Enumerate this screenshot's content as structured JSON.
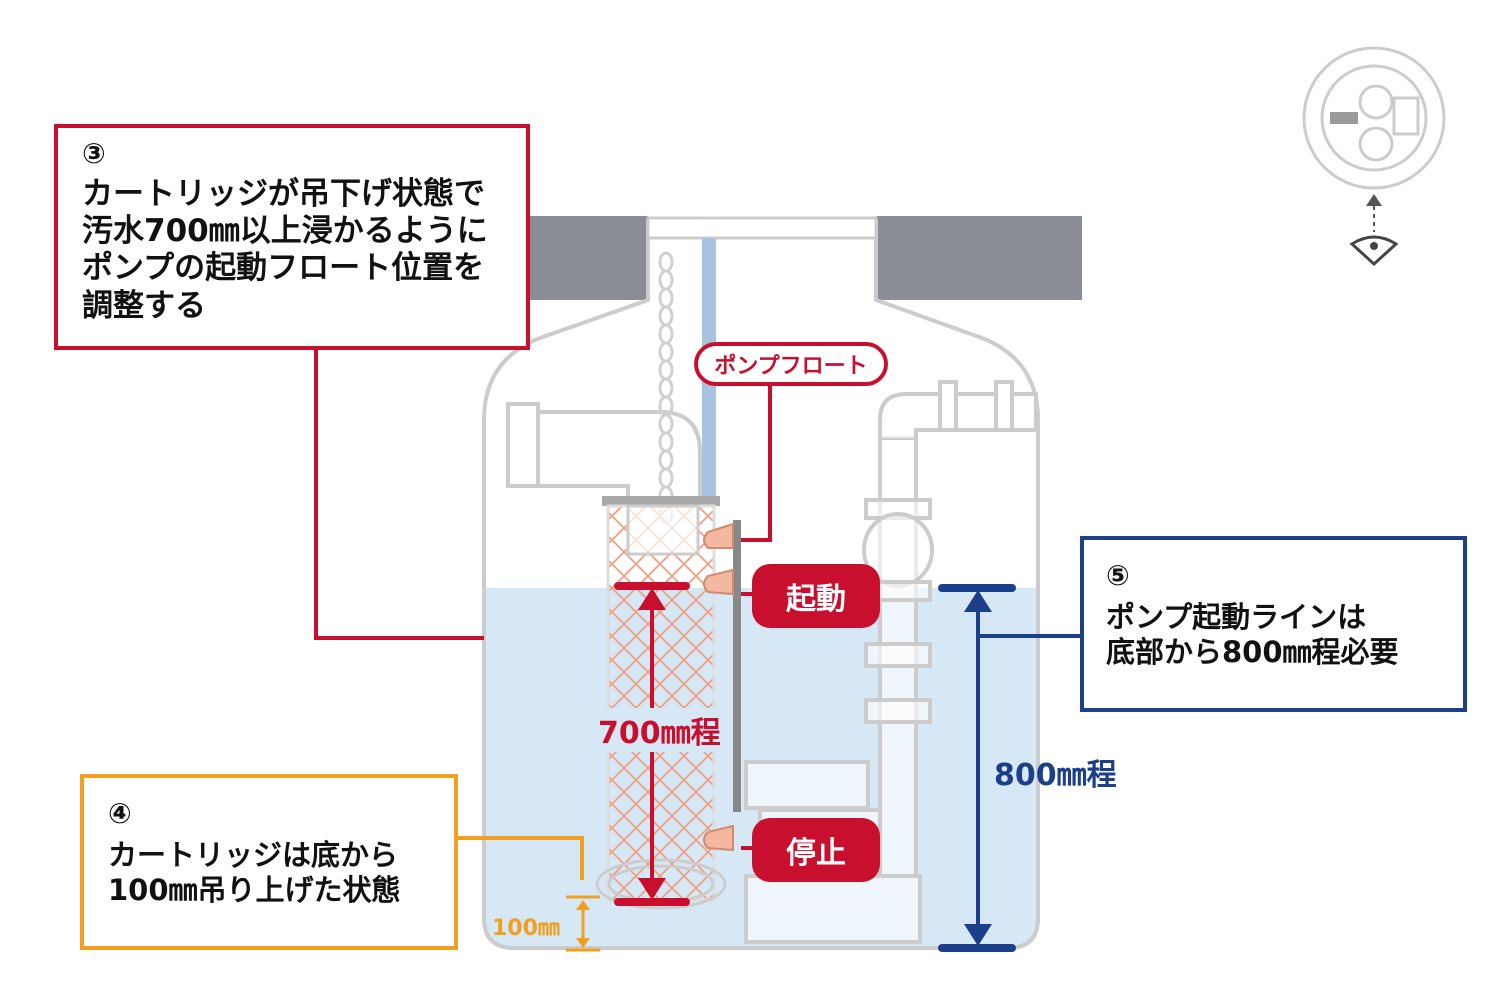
{
  "colors": {
    "red": "#c8102e",
    "orange": "#f0a01e",
    "navy": "#1b3f8b",
    "water": "#d6e8f6",
    "slab": "#8a8d96",
    "outline": "#c9c9c9"
  },
  "callout3": {
    "number": "③",
    "lines": [
      "カートリッジが吊下げ状態で",
      "汚水700㎜以上浸かるように",
      "ポンプの起動フロート位置を",
      "調整する"
    ]
  },
  "callout4": {
    "number": "④",
    "lines": [
      "カートリッジは底から",
      "100㎜吊り上げた状態"
    ]
  },
  "callout5": {
    "number": "⑤",
    "lines": [
      "ポンプ起動ラインは",
      "底部から800㎜程必要"
    ]
  },
  "labels": {
    "pump_float": "ポンプフロート",
    "start": "起動",
    "stop": "停止",
    "dim_700": "700㎜程",
    "dim_800": "800㎜程",
    "dim_100": "100㎜"
  },
  "icons": {
    "viewpoint": "eye-icon",
    "top_view": "tank-top-view-icon"
  }
}
